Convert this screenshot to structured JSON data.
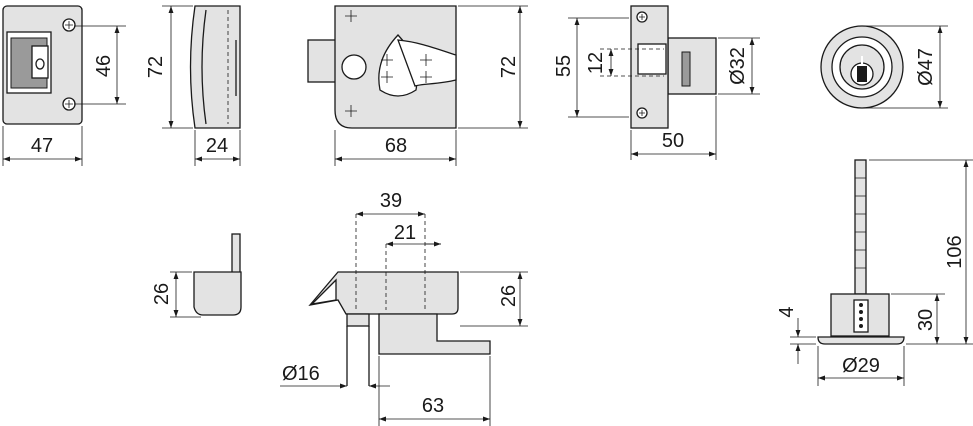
{
  "dimensions": {
    "front_width": "47",
    "front_height": "46",
    "side_height": "72",
    "side_depth": "24",
    "body_width": "68",
    "body_height": "72",
    "bolt_height": "55",
    "bolt_inner": "12",
    "cyl_diam": "Ø32",
    "bolt_length": "50",
    "rose_diam": "Ø47",
    "plan_39": "39",
    "plan_21": "21",
    "staple_height": "26",
    "plan_height": "26",
    "knob_diam": "Ø16",
    "plan_63": "63",
    "cyl_length": "106",
    "cyl_body": "30",
    "flange": "4",
    "cyl_base": "Ø29"
  }
}
